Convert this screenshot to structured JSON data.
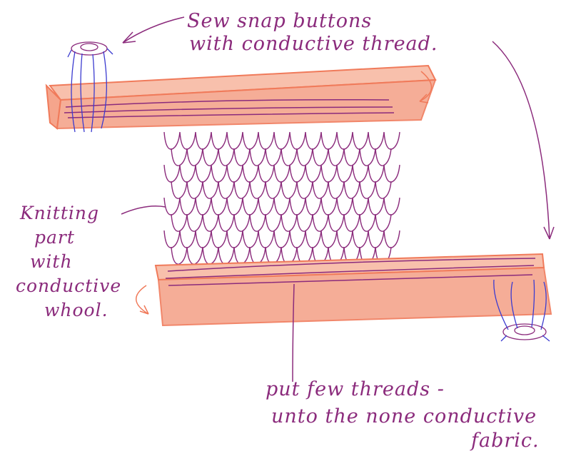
{
  "colors": {
    "ink": "#8b2b7c",
    "fabric": "#f5a58c",
    "fabric_edge": "#f07a5a",
    "button_thread": "#3b3bd0"
  },
  "annotations": {
    "snap_buttons": {
      "line1": "Sew snap buttons",
      "line2": "with conductive thread."
    },
    "knitting": {
      "line1": "Knitting",
      "line2": "part",
      "line3": "with",
      "line4": "conductive",
      "line5": "whool."
    },
    "threads": {
      "line1": "put few threads -",
      "line2": "unto the none conductive",
      "line3": "fabric."
    }
  }
}
